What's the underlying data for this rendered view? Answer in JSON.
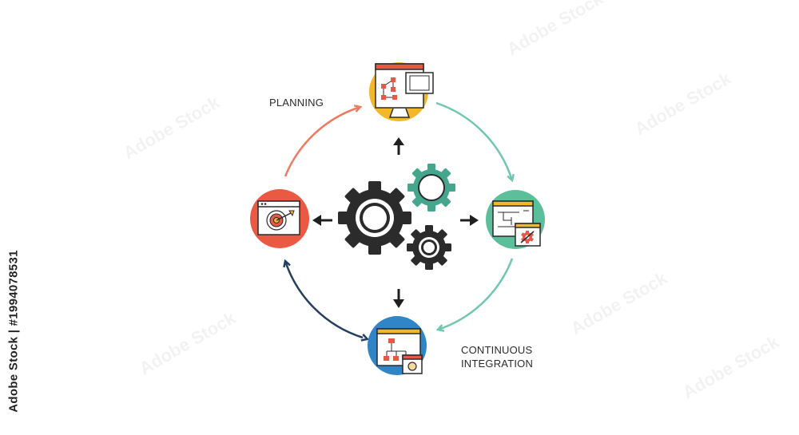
{
  "diagram": {
    "labels": {
      "planning": "PLANNING",
      "continuous_integration_line1": "CONTINUOUS",
      "continuous_integration_line2": "INTEGRATION"
    },
    "stages": [
      {
        "name": "planning-stage",
        "icon": "monitor-flowchart-icon",
        "color": "#f3b82a"
      },
      {
        "name": "testing-stage",
        "icon": "window-settings-icon",
        "color": "#5cbf9c"
      },
      {
        "name": "integration-stage",
        "icon": "window-sitemap-icon",
        "color": "#2f85c5"
      },
      {
        "name": "deploy-stage",
        "icon": "window-target-icon",
        "color": "#ea5a43"
      }
    ],
    "arc_colors": {
      "planning_to_testing": "#6fc6b1",
      "testing_to_integration": "#6fc6b1",
      "integration_to_deploy": "#243e60",
      "deploy_to_planning": "#ef7a62"
    },
    "center": {
      "icon": "gears-icon",
      "color": "#2b2b2b",
      "accent": "#45a68d"
    }
  },
  "watermark": {
    "stock_id": "Adobe Stock | #1994078531",
    "brand": "Adobe Stock"
  }
}
